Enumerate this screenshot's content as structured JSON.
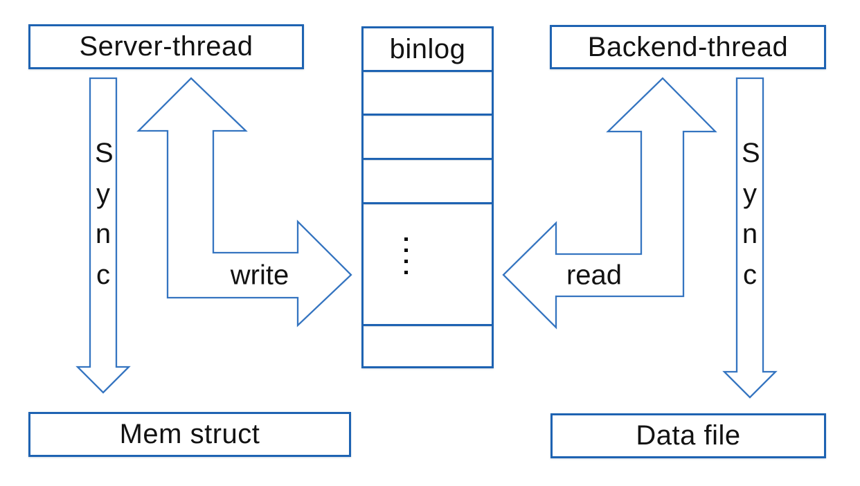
{
  "diagram": {
    "background": "#ffffff",
    "box_border_color": "#1e63b2",
    "arrow_stroke_color": "#3474c0",
    "text_color": "#121212"
  },
  "nodes": {
    "server_thread": {
      "label": "Server-thread"
    },
    "binlog": {
      "label": "binlog",
      "ellipsis": "⋮",
      "row_count": 6
    },
    "backend_thread": {
      "label": "Backend-thread"
    },
    "mem_struct": {
      "label": "Mem struct"
    },
    "data_file": {
      "label": "Data file"
    }
  },
  "arrows": {
    "left_sync": {
      "label": "Sync",
      "direction": "down",
      "from": "Server-thread",
      "to": "Mem struct"
    },
    "right_sync": {
      "label": "Sync",
      "direction": "down",
      "from": "Backend-thread",
      "to": "Data file"
    },
    "write": {
      "label": "write",
      "direction": "up-and-right",
      "from": "Server-thread",
      "to": "binlog"
    },
    "read": {
      "label": "read",
      "direction": "up-and-left",
      "from": "Backend-thread",
      "to": "binlog"
    }
  }
}
